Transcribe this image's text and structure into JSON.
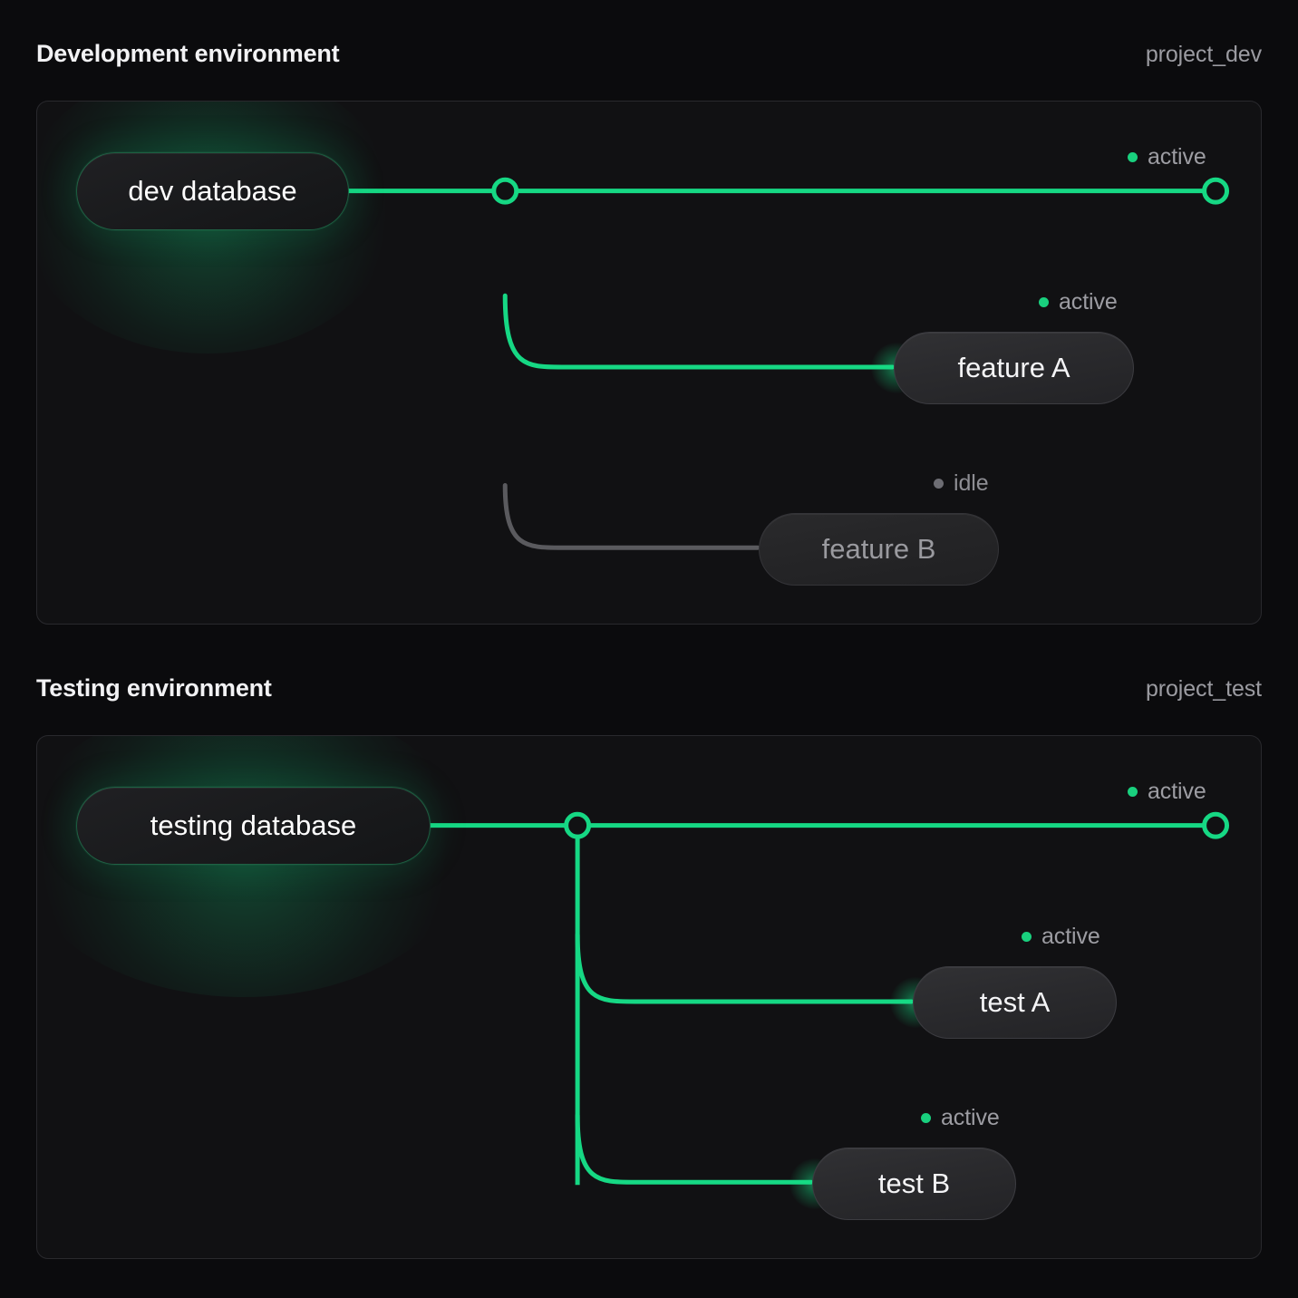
{
  "page": {
    "background": "#0b0b0d",
    "accent_active": "#19d07e",
    "accent_idle": "#6d6d73"
  },
  "sections": [
    {
      "key": "development",
      "title": "Development environment",
      "project": "project_dev",
      "source": {
        "label": "dev database",
        "status": "active"
      },
      "trunk_status": "active",
      "branches": [
        {
          "label": "",
          "status": "active",
          "status_label": "active",
          "kind": "endpoint"
        },
        {
          "label": "feature A",
          "status": "active",
          "status_label": "active",
          "kind": "node"
        },
        {
          "label": "feature B",
          "status": "idle",
          "status_label": "idle",
          "kind": "node"
        }
      ]
    },
    {
      "key": "testing",
      "title": "Testing environment",
      "project": "project_test",
      "source": {
        "label": "testing database",
        "status": "active"
      },
      "trunk_status": "active",
      "branches": [
        {
          "label": "",
          "status": "active",
          "status_label": "active",
          "kind": "endpoint"
        },
        {
          "label": "test A",
          "status": "active",
          "status_label": "active",
          "kind": "node"
        },
        {
          "label": "test B",
          "status": "active",
          "status_label": "active",
          "kind": "node"
        }
      ]
    }
  ]
}
